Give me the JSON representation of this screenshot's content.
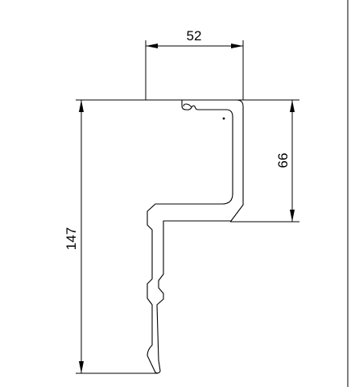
{
  "drawing": {
    "dimensions": {
      "top_width": "52",
      "right_height": "66",
      "overall_height": "147"
    }
  }
}
